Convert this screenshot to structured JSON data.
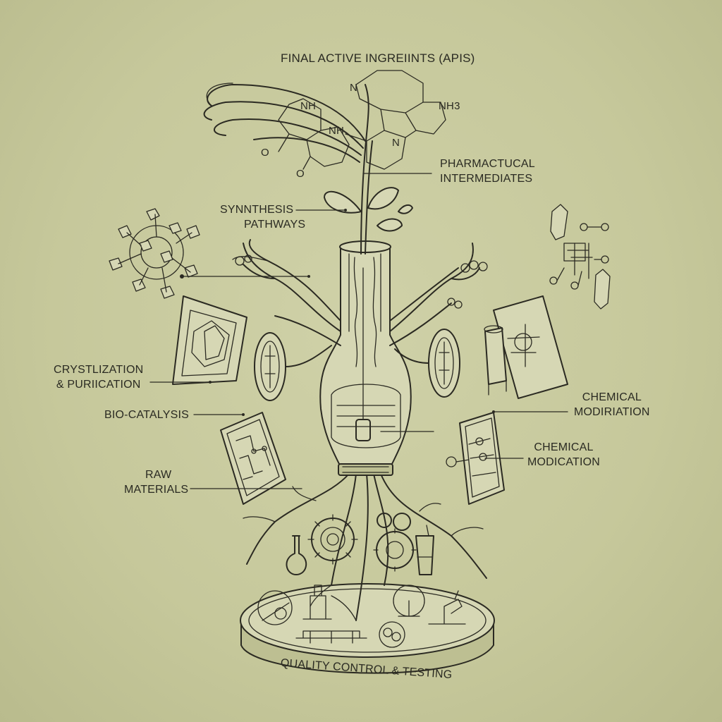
{
  "title": "FINAL ACTIVE INGREIINTS (APIS)",
  "labels": {
    "pharmaceutical_intermediates": [
      "PHARMACTUCAL",
      "INTERMEDIATES"
    ],
    "synthesis_pathways": [
      "SYNNTHESIS",
      "PATHWAYS"
    ],
    "crystallization": [
      "CRYSTLIZATION",
      "& PURIICATION"
    ],
    "bio_catalysis": "BIO-CATALYSIS",
    "raw_materials": [
      "RAW",
      "MATERIALS"
    ],
    "chemical_modification_1": [
      "CHEMICAL",
      "MODIRIATION"
    ],
    "chemical_modification_2": [
      "CHEMICAL",
      "MODICATION"
    ],
    "quality_control": "QUALITY CONTROL & TESTING"
  },
  "molecule_atoms": {
    "nh_1": "NH",
    "nh_2": "NH",
    "o_1": "O",
    "o_2": "O",
    "n_1": "N",
    "n_2": "N",
    "nh3": "NH3"
  },
  "colors": {
    "background": "#c9cb9f",
    "ink": "#2b2a22"
  }
}
